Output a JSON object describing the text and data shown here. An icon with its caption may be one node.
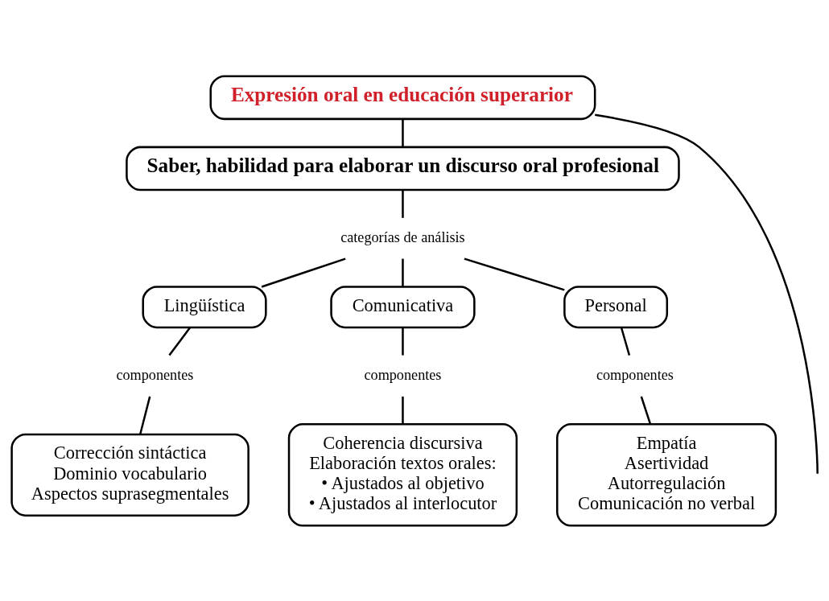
{
  "diagram": {
    "nodes": [
      {
        "text": [
          "Expresión oral en educación superarior"
        ]
      },
      {
        "text": [
          "Saber, habilidad para elaborar un discurso oral profesional"
        ]
      },
      {
        "text": [
          "categorías de análisis"
        ]
      },
      {
        "text": [
          "Lingüística"
        ]
      },
      {
        "text": [
          "Comunicativa"
        ]
      },
      {
        "text": [
          "Personal"
        ]
      },
      {
        "text": [
          "componentes"
        ]
      },
      {
        "text": [
          "componentes"
        ]
      },
      {
        "text": [
          "componentes"
        ]
      },
      {
        "text": [
          "Corrección sintáctica",
          "Dominio vocabulario",
          "Aspectos suprasegmentales"
        ]
      },
      {
        "text": [
          "Coherencia discursiva",
          "Elaboración textos orales:",
          "• Ajustados al objetivo",
          "• Ajustados al interlocutor"
        ]
      },
      {
        "text": [
          "Empatía",
          "Asertividad",
          "Autorregulación",
          "Comunicación no verbal"
        ]
      }
    ],
    "edges": [
      {
        "from": 0,
        "to": 1,
        "arrow": "none"
      },
      {
        "from": 0,
        "to": null,
        "arrow": "none"
      },
      {
        "from": 1,
        "to": 2,
        "arrow": "none"
      },
      {
        "from": 2,
        "to": 3,
        "arrow": "none"
      },
      {
        "from": 2,
        "to": 4,
        "arrow": "none"
      },
      {
        "from": 2,
        "to": 5,
        "arrow": "none"
      },
      {
        "from": 3,
        "to": 6,
        "arrow": "none"
      },
      {
        "from": 6,
        "to": 9,
        "arrow": "none"
      },
      {
        "from": 4,
        "to": 7,
        "arrow": "none"
      },
      {
        "from": 7,
        "to": 10,
        "arrow": "none"
      },
      {
        "from": 5,
        "to": 8,
        "arrow": "none"
      },
      {
        "from": 8,
        "to": 11,
        "arrow": "none"
      }
    ]
  }
}
